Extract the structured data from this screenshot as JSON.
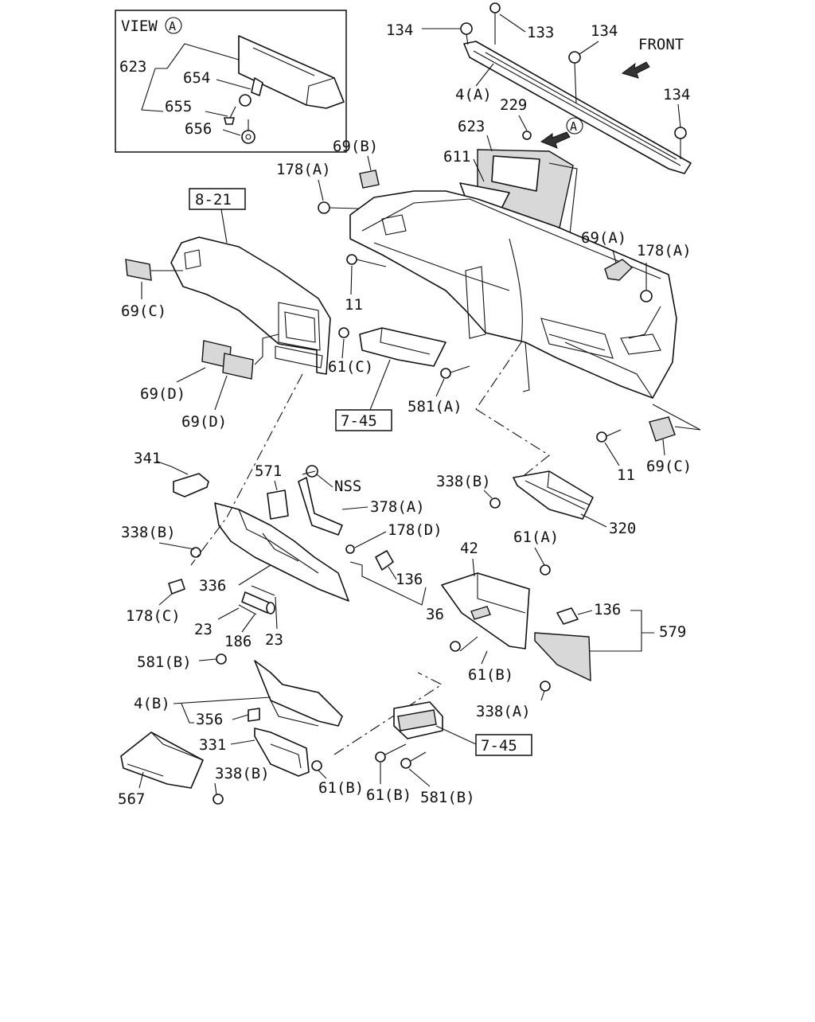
{
  "view_label": "VIEW",
  "view_marker": "A",
  "front_label": "FRONT",
  "labels": {
    "l134a": "134",
    "l133": "133",
    "l134b": "134",
    "l134c": "134",
    "l4a": "4(A)",
    "l229": "229",
    "l623": "623",
    "l611": "611",
    "l69b": "69(B)",
    "l178a1": "178(A)",
    "l821": "8-21",
    "l11a": "11",
    "l69aR": "69(A)",
    "l178a2": "178(A)",
    "l69c1": "69(C)",
    "l61c": "61(C)",
    "l69d1": "69(D)",
    "l69d2": "69(D)",
    "l745a": "7-45",
    "l581a": "581(A)",
    "l11b": "11",
    "l69c2": "69(C)",
    "l341": "341",
    "l571": "571",
    "lnss": "NSS",
    "l378a": "378(A)",
    "l338b1": "338(B)",
    "l320": "320",
    "l338b2": "338(B)",
    "l178d": "178(D)",
    "l42": "42",
    "l61a": "61(A)",
    "l336": "336",
    "l136a": "136",
    "l178c": "178(C)",
    "l36": "36",
    "l136b": "136",
    "l579": "579",
    "l23a": "23",
    "l186": "186",
    "l23b": "23",
    "l61b1": "61(B)",
    "l581b1": "581(B)",
    "l338a": "338(A)",
    "l4b": "4(B)",
    "l356": "356",
    "l331": "331",
    "l745b": "7-45",
    "l338b3": "338(B)",
    "l567": "567",
    "l61b2": "61(B)",
    "l61b3": "61(B)",
    "l581b2": "581(B)",
    "v623": "623",
    "v654": "654",
    "v655": "655",
    "v656": "656"
  }
}
